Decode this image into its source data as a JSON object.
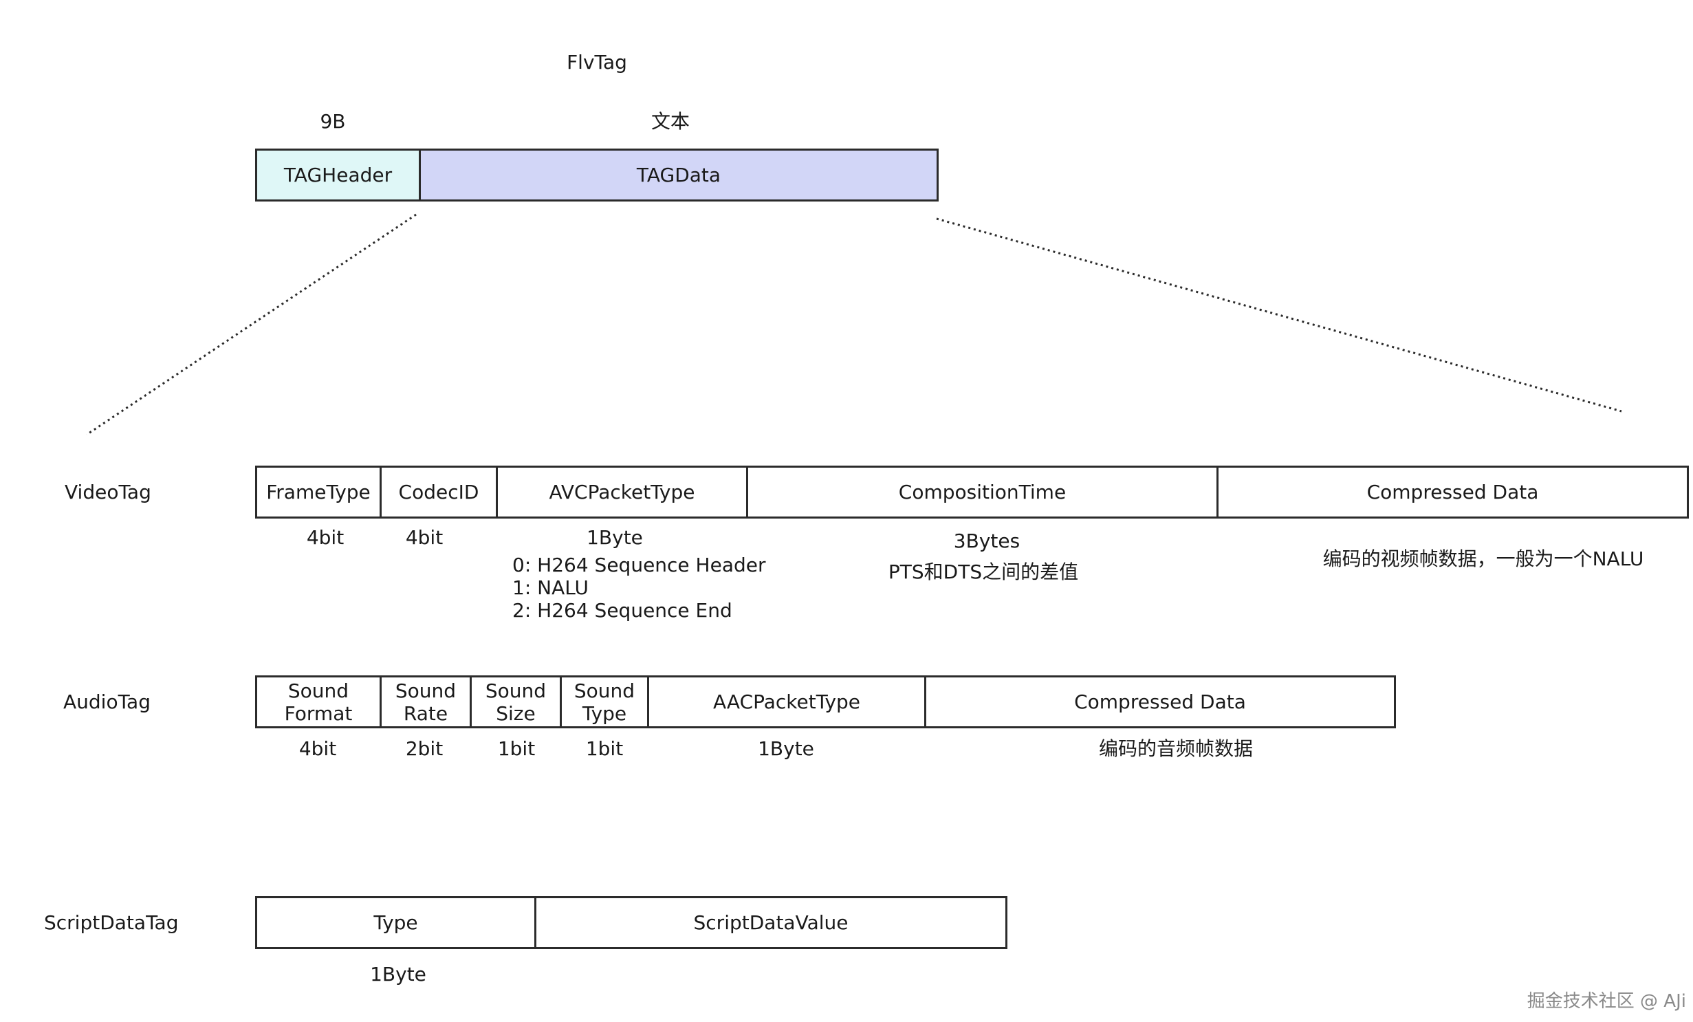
{
  "flvtag": {
    "title": "FlvTag",
    "header_size": "9B",
    "data_size": "文本",
    "cells": [
      "TAGHeader",
      "TAGData"
    ],
    "header_color": "#dff7f7",
    "data_color": "#d2d6f7"
  },
  "video": {
    "label": "VideoTag",
    "cells": [
      "FrameType",
      "CodecID",
      "AVCPacketType",
      "CompositionTime",
      "Compressed Data"
    ],
    "sizes": [
      "4bit",
      "4bit",
      "1Byte",
      "3Bytes",
      ""
    ],
    "avc_packet_type_values": "0: H264 Sequence Header\n1: NALU\n2: H264 Sequence End",
    "composition_note": "PTS和DTS之间的差值",
    "data_note": "编码的视频帧数据，一般为一个NALU"
  },
  "audio": {
    "label": "AudioTag",
    "cells": [
      "Sound\nFormat",
      "Sound\nRate",
      "Sound\nSize",
      "Sound\nType",
      "AACPacketType",
      "Compressed Data"
    ],
    "sizes": [
      "4bit",
      "2bit",
      "1bit",
      "1bit",
      "1Byte"
    ],
    "data_note": "编码的音频帧数据"
  },
  "script": {
    "label": "ScriptDataTag",
    "cells": [
      "Type",
      "ScriptDataValue"
    ],
    "sizes": [
      "1Byte"
    ]
  },
  "watermark": "掘金技术社区 @ AJi"
}
